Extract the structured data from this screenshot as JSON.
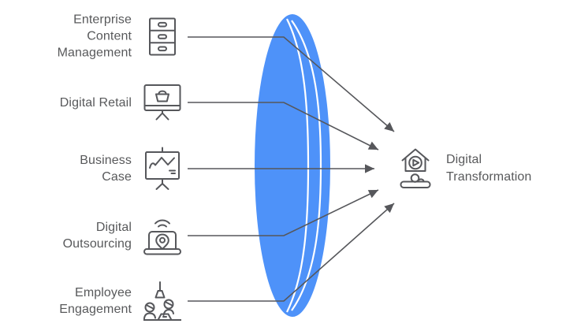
{
  "diagram": {
    "items": [
      {
        "label": "Enterprise Content Management",
        "icon": "filing-cabinet"
      },
      {
        "label": "Digital Retail",
        "icon": "retail-monitor-basket"
      },
      {
        "label": "Business Case",
        "icon": "presentation-chart"
      },
      {
        "label": "Digital Outsourcing",
        "icon": "laptop-location-pin"
      },
      {
        "label": "Employee Engagement",
        "icon": "team-at-desk"
      }
    ],
    "target": {
      "label": "Digital Transformation",
      "icon": "smart-home-workspace"
    },
    "colors": {
      "lens_fill": "#4E92F9",
      "line": "#56575B",
      "text": "#58595B",
      "contour": "#FFFFFF"
    }
  }
}
